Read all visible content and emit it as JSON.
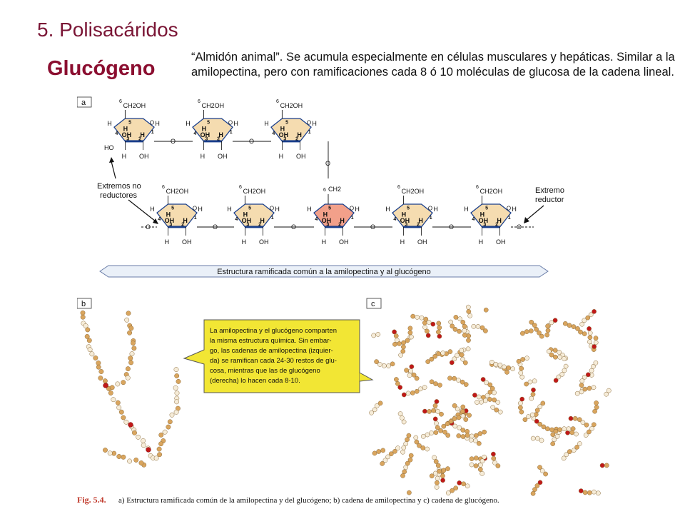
{
  "slide": {
    "title": "5. Polisacáridos",
    "subtitle": "Glucógeno",
    "description": "“Almidón animal”. Se acumula especialmente en células musculares y hepáticas. Similar a la amilopectina, pero con ramificaciones cada 8 ó 10 moléculas de glucosa de la cadena lineal."
  },
  "figure": {
    "panel_a": "a",
    "panel_b": "b",
    "panel_c": "c",
    "label_nonreducing": "Extremos no reductores",
    "label_nonreducing_1": "Extremos no",
    "label_nonreducing_2": "reductores",
    "label_reducing_1": "Extremo",
    "label_reducing_2": "reductor",
    "banner": "Estructura ramificada común a la amilopectina y al glucógeno",
    "callout_lines": [
      "La amilopectina y el glucógeno comparten",
      "la misma estructura química. Sin embar-",
      "go, las cadenas de amilopectina (izquier-",
      "da) se ramifican cada 24-30 restos de glu-",
      "cosa, mientras que las de glucógeno",
      "(derecha) lo hacen cada 8-10."
    ],
    "caption_fig": "Fig. 5.4.",
    "caption_text": "a) Estructura ramificada común de la amilopectina y del glucógeno; b) cadena de amilopectina y c) cadena de glucógeno.",
    "chem": {
      "ch2oh": "CH2OH",
      "ch2": "CH2",
      "h": "H",
      "oh": "OH",
      "ho": "HO",
      "o": "O",
      "c6": "6",
      "c5": "5",
      "c4": "4",
      "c3": "3",
      "c2": "2",
      "c1": "1"
    },
    "colors": {
      "ring_fill": "#f5dcb0",
      "branch_ring_fill": "#f2a08a",
      "ring_stroke": "#1a3f8c",
      "callout_fill": "#f2e634",
      "banner_fill": "#eaf0f8",
      "bead_tan": "#d9a55e",
      "bead_light": "#f6ecd8",
      "bead_red": "#c01818"
    }
  }
}
